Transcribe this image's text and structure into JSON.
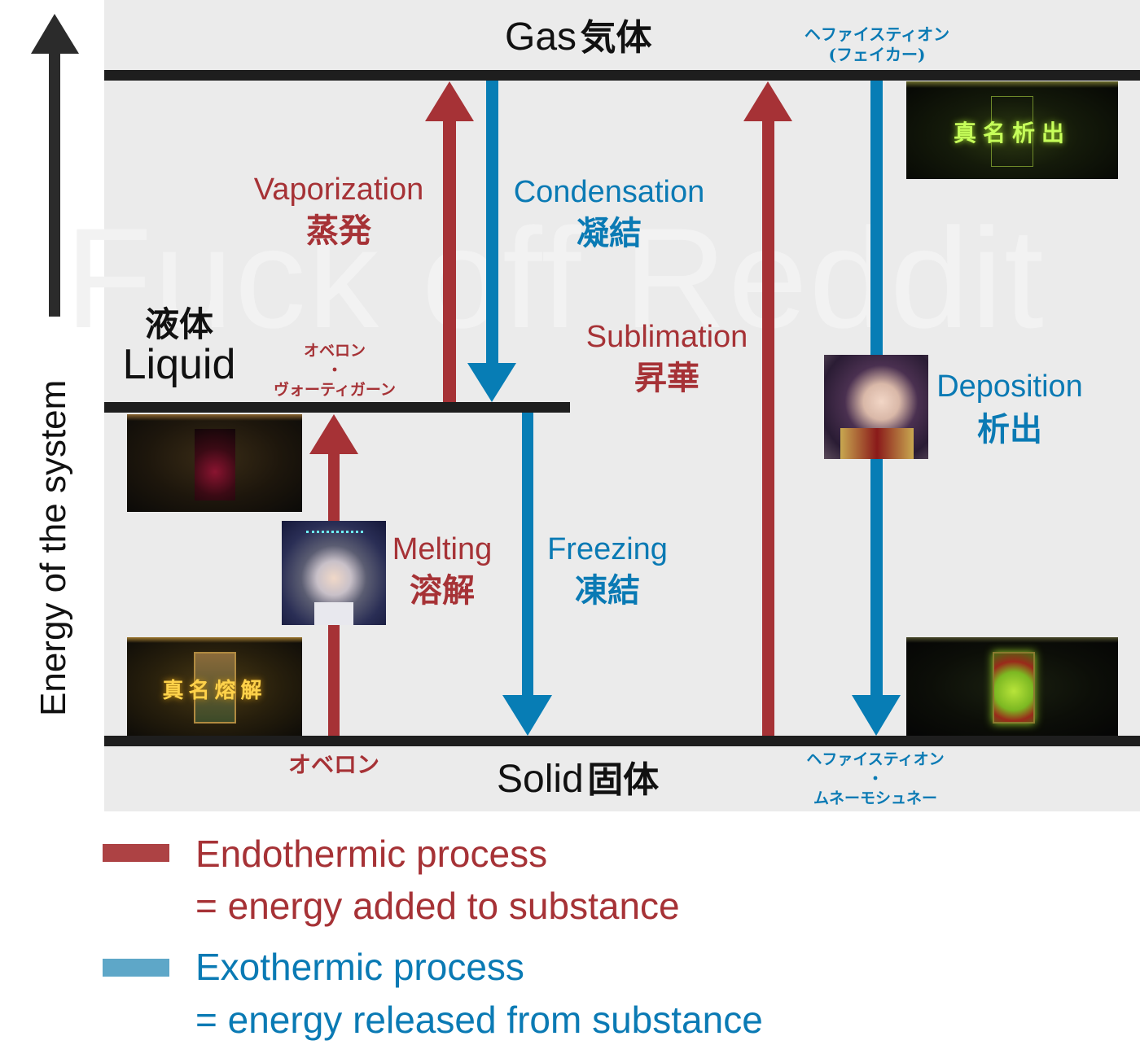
{
  "watermark": "Fuck off Reddit",
  "y_axis": {
    "title": "Energy of the system",
    "direction": "up"
  },
  "states": {
    "gas": {
      "en": "Gas",
      "jp": "気体"
    },
    "liquid": {
      "en": "Liquid",
      "jp": "液体"
    },
    "solid": {
      "en": "Solid",
      "jp": "固体"
    }
  },
  "processes": [
    {
      "id": "vaporization",
      "en": "Vaporization",
      "jp": "蒸発",
      "from": "liquid",
      "to": "gas",
      "type": "endothermic"
    },
    {
      "id": "condensation",
      "en": "Condensation",
      "jp": "凝結",
      "from": "gas",
      "to": "liquid",
      "type": "exothermic"
    },
    {
      "id": "sublimation",
      "en": "Sublimation",
      "jp": "昇華",
      "from": "solid",
      "to": "gas",
      "type": "endothermic"
    },
    {
      "id": "deposition",
      "en": "Deposition",
      "jp": "析出",
      "from": "gas",
      "to": "solid",
      "type": "exothermic"
    },
    {
      "id": "melting",
      "en": "Melting",
      "jp": "溶解",
      "from": "solid",
      "to": "liquid",
      "type": "endothermic"
    },
    {
      "id": "freezing",
      "en": "Freezing",
      "jp": "凍結",
      "from": "liquid",
      "to": "solid",
      "type": "exothermic"
    }
  ],
  "character_labels": {
    "oberon_vortigern": {
      "line1": "オベロン",
      "dot": "・",
      "line2": "ヴォーティガーン"
    },
    "oberon": "オベロン",
    "hephaestion_faker": {
      "line1": "ヘファイスティオン",
      "line2": "(フェイカー)"
    },
    "hephaestion_mnemosyne": {
      "line1": "ヘファイスティオン",
      "dot": "・",
      "line2": "ムネーモシュネー"
    }
  },
  "images": {
    "name_melting_screen": {
      "caption": "真名熔解",
      "depicts": "noble-phantasm name-melting screen with card"
    },
    "name_deposition_screen": {
      "caption": "真名析出",
      "depicts": "noble-phantasm name-deposition screen"
    },
    "liquid_card_screen": {
      "depicts": "dark card reveal screen (red/green)"
    },
    "solid_card_screen": {
      "depicts": "glowing green card reveal screen"
    },
    "oberon_portrait": {
      "depicts": "Oberon portrait with cyan crown"
    },
    "hephaestion_portrait": {
      "depicts": "Hephaestion portrait, dark purple hair"
    }
  },
  "legend": [
    {
      "type": "endothermic",
      "title": "Endothermic process",
      "desc": "= energy added to substance",
      "color": "#ad4244",
      "text_color": "#a63236"
    },
    {
      "type": "exothermic",
      "title": "Exothermic process",
      "desc": "= energy released from substance",
      "color": "#5ea7c8",
      "text_color": "#0a7ab4"
    }
  ],
  "colors": {
    "endothermic_arrow": "#a63236",
    "exothermic_arrow": "#077db5",
    "level_line": "#1e1e1e",
    "panel": "#ebebeb"
  }
}
